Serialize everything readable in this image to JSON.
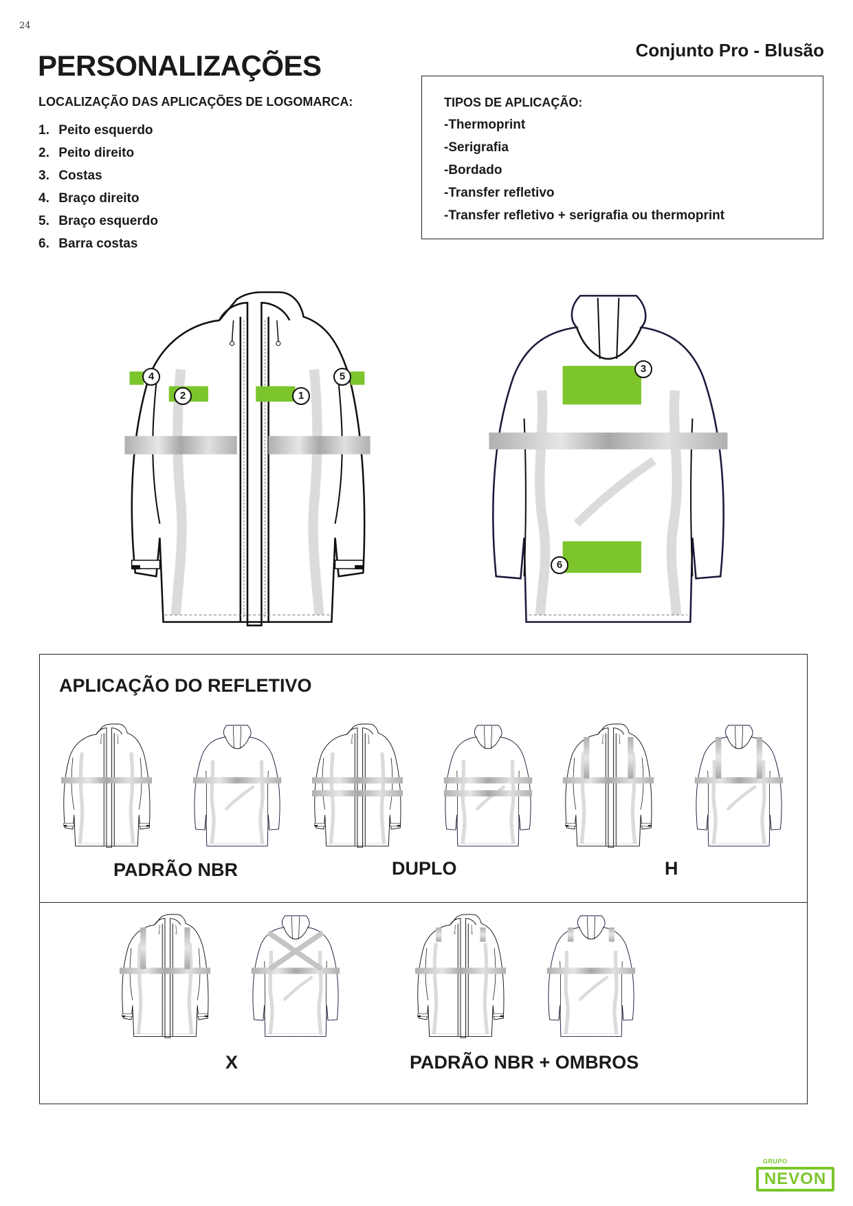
{
  "page": {
    "number": "24"
  },
  "header": {
    "title": "PERSONALIZAÇÕES",
    "subtitle": "Conjunto Pro - Blusão"
  },
  "logo_locations": {
    "heading": "LOCALIZAÇÃO DAS APLICAÇÕES DE LOGOMARCA:",
    "items": [
      {
        "n": "1.",
        "label": "Peito esquerdo"
      },
      {
        "n": "2.",
        "label": "Peito direito"
      },
      {
        "n": "3.",
        "label": "Costas"
      },
      {
        "n": "4.",
        "label": "Braço direito"
      },
      {
        "n": "5.",
        "label": "Braço esquerdo"
      },
      {
        "n": "6.",
        "label": "Barra costas"
      }
    ]
  },
  "application_types": {
    "heading": "TIPOS DE APLICAÇÃO:",
    "items": [
      "-Thermoprint",
      "-Serigrafia",
      "-Bordado",
      "-Transfer refletivo",
      "-Transfer refletivo + serigrafia ou thermoprint"
    ]
  },
  "diagram": {
    "front_markers": [
      "1",
      "2",
      "4",
      "5"
    ],
    "back_markers": [
      "3",
      "6"
    ],
    "marker_color": "#7cc52c",
    "reflective_color": "#b8b8b8"
  },
  "reflective": {
    "heading": "APLICAÇÃO DO REFLETIVO",
    "styles": [
      {
        "label": "PADRÃO NBR"
      },
      {
        "label": "DUPLO"
      },
      {
        "label": "H"
      },
      {
        "label": "X"
      },
      {
        "label": "PADRÃO NBR + OMBROS"
      }
    ]
  },
  "brand": {
    "group": "GRUPO",
    "name": "NEVON",
    "color": "#7cc52c"
  }
}
